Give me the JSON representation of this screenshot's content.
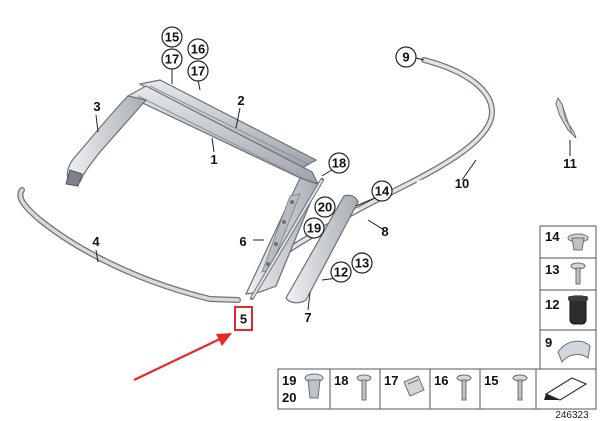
{
  "callouts": {
    "c1": "1",
    "c2": "2",
    "c3": "3",
    "c4": "4",
    "c5": "5",
    "c6": "6",
    "c7": "7",
    "c8": "8",
    "c9": "9",
    "c10": "10",
    "c11": "11",
    "c12": "12",
    "c13": "13",
    "c14": "14",
    "c15": "15",
    "c16": "16",
    "c17a": "17",
    "c17b": "17",
    "c18": "18",
    "c19": "19",
    "c20": "20"
  },
  "side_table": {
    "r14": "14",
    "r13": "13",
    "r12": "12",
    "r9": "9"
  },
  "bottom_table": {
    "r19": "19",
    "r20": "20",
    "r18": "18",
    "r17": "17",
    "r16": "16",
    "r15": "15"
  },
  "diagram_id": "246323",
  "highlight": {
    "label": "5",
    "color": "#e8282a"
  },
  "colors": {
    "part_fill": "#c9ccd1",
    "part_stroke": "#6d7076",
    "part_dark": "#8e9298",
    "arrow": "#e8282a"
  }
}
